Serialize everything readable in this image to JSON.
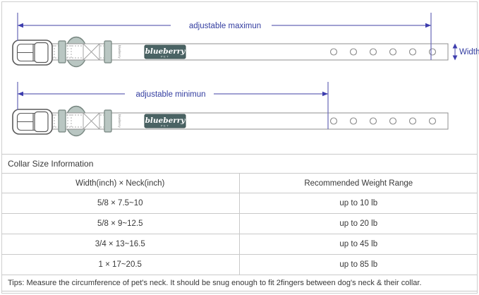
{
  "diagram": {
    "annotations": {
      "max_label": "adjustable maximun",
      "min_label": "adjustable minimun",
      "width_label": "Width"
    },
    "brand_label": {
      "name": "blueberry",
      "sub": "PET"
    },
    "strap_vertical_text": "blueberry",
    "colors": {
      "annotation_text": "#333da0",
      "annotation_line": "#6868b8",
      "hardware": "#b9c6c2",
      "brand_label_bg": "#4a6364",
      "table_border": "#c9c9c9",
      "body_text": "#383838"
    }
  },
  "table": {
    "title": "Collar Size Information",
    "columns": [
      "Width(inch) × Neck(inch)",
      "Recommended Weight Range"
    ],
    "rows": [
      {
        "size": "5/8 × 7.5~10",
        "weight": "up to 10 lb"
      },
      {
        "size": "5/8 × 9~12.5",
        "weight": "up to 20 lb"
      },
      {
        "size": "3/4 × 13~16.5",
        "weight": "up to 45 lb"
      },
      {
        "size": "1 × 17~20.5",
        "weight": "up to 85 lb"
      }
    ],
    "tips": "Tips: Measure the circumference of pet's neck. It should be snug enough to fit 2fingers between dog's neck & their collar."
  }
}
